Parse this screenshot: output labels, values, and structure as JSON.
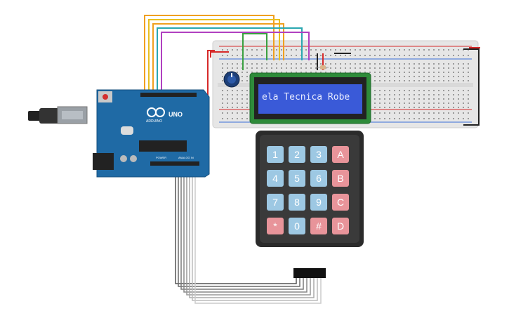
{
  "colors": {
    "board_blue": "#1f6aa5",
    "breadboard_bg": "#e6e6e6",
    "lcd_pcb": "#2e8b3a",
    "lcd_screen": "#3a5ad8",
    "lcd_text": "#e8ecff",
    "keypad_body": "#2b2b2b",
    "key_blue": "#9dc8e3",
    "key_red": "#e8949a",
    "wire_red": "#d62a2a",
    "wire_black": "#222222",
    "wire_orange": "#f0a020",
    "wire_yellow": "#e8c020",
    "wire_teal": "#2aa7b0",
    "wire_purple": "#b040c0",
    "wire_green": "#3aa040"
  },
  "arduino": {
    "name": "Arduino Uno",
    "logo_text": "ARDUINO",
    "uno_text": "UNO",
    "power_label": "POWER",
    "analog_label": "ANALOG IN"
  },
  "lcd": {
    "display_text": "ela Tecnica Robe"
  },
  "keypad": {
    "rows": [
      [
        {
          "label": "1",
          "color": "blue"
        },
        {
          "label": "2",
          "color": "blue"
        },
        {
          "label": "3",
          "color": "blue"
        },
        {
          "label": "A",
          "color": "red"
        }
      ],
      [
        {
          "label": "4",
          "color": "blue"
        },
        {
          "label": "5",
          "color": "blue"
        },
        {
          "label": "6",
          "color": "blue"
        },
        {
          "label": "B",
          "color": "red"
        }
      ],
      [
        {
          "label": "7",
          "color": "blue"
        },
        {
          "label": "8",
          "color": "blue"
        },
        {
          "label": "9",
          "color": "blue"
        },
        {
          "label": "C",
          "color": "red"
        }
      ],
      [
        {
          "label": "*",
          "color": "red"
        },
        {
          "label": "0",
          "color": "blue"
        },
        {
          "label": "#",
          "color": "red"
        },
        {
          "label": "D",
          "color": "red"
        }
      ]
    ]
  },
  "components": {
    "usb": "usb-connector",
    "potentiometer": "potentiometer",
    "resistor": "resistor",
    "breadboard": "breadboard"
  }
}
